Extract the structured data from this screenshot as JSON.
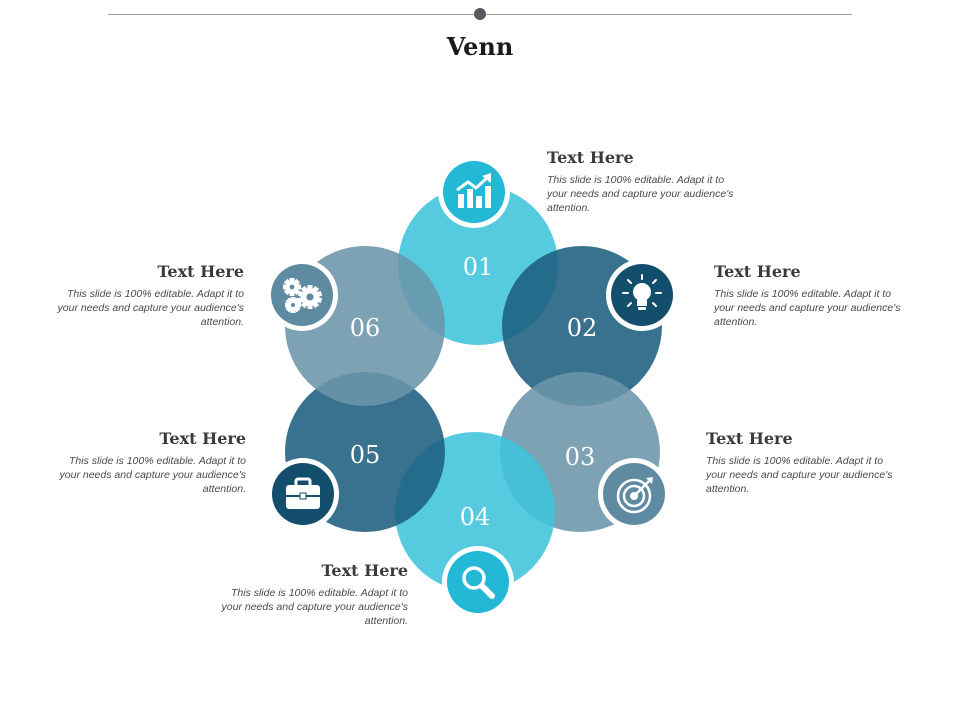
{
  "title": "Venn",
  "colors": {
    "cyan": "#3fc4dc",
    "dark_teal": "#1e5f7e",
    "grey_blue": "#6b95aa",
    "icon_light": "#22b8d6",
    "icon_dark": "#134e6c",
    "icon_grey": "#5f8ba2"
  },
  "circles": [
    {
      "number": "01",
      "icon": "growth-chart-icon",
      "color": "cyan"
    },
    {
      "number": "02",
      "icon": "lightbulb-icon",
      "color": "dark_teal"
    },
    {
      "number": "03",
      "icon": "target-icon",
      "color": "grey_blue"
    },
    {
      "number": "04",
      "icon": "magnifier-icon",
      "color": "cyan"
    },
    {
      "number": "05",
      "icon": "briefcase-icon",
      "color": "dark_teal"
    },
    {
      "number": "06",
      "icon": "gears-icon",
      "color": "grey_blue"
    }
  ],
  "blocks": [
    {
      "heading": "Text Here",
      "body": "This slide is 100% editable. Adapt it to your needs and capture your audience's attention."
    },
    {
      "heading": "Text Here",
      "body": "This slide is 100% editable. Adapt it to your needs and capture your audience's attention."
    },
    {
      "heading": "Text Here",
      "body": "This slide is 100% editable. Adapt it to your needs and capture your audience's attention."
    },
    {
      "heading": "Text Here",
      "body": "This slide is 100% editable. Adapt it to your needs and capture your audience's attention."
    },
    {
      "heading": "Text Here",
      "body": "This slide is 100% editable. Adapt it to your needs and capture your audience's attention."
    },
    {
      "heading": "Text Here",
      "body": "This slide is 100% editable. Adapt it to your needs and capture your audience's attention."
    }
  ]
}
